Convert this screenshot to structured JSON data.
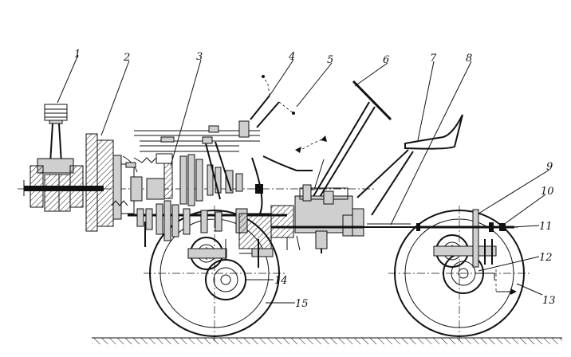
{
  "diagram": {
    "labels": [
      {
        "id": "l1",
        "text": "1"
      },
      {
        "id": "l2",
        "text": "2"
      },
      {
        "id": "l3",
        "text": "3"
      },
      {
        "id": "l4",
        "text": "4"
      },
      {
        "id": "l5",
        "text": "5"
      },
      {
        "id": "l6",
        "text": "6"
      },
      {
        "id": "l7",
        "text": "7"
      },
      {
        "id": "l8",
        "text": "8"
      },
      {
        "id": "l9",
        "text": "9"
      },
      {
        "id": "l10",
        "text": "10"
      },
      {
        "id": "l11",
        "text": "11"
      },
      {
        "id": "l12",
        "text": "12"
      },
      {
        "id": "l13",
        "text": "13"
      },
      {
        "id": "l14",
        "text": "14"
      },
      {
        "id": "l15",
        "text": "15"
      }
    ]
  }
}
